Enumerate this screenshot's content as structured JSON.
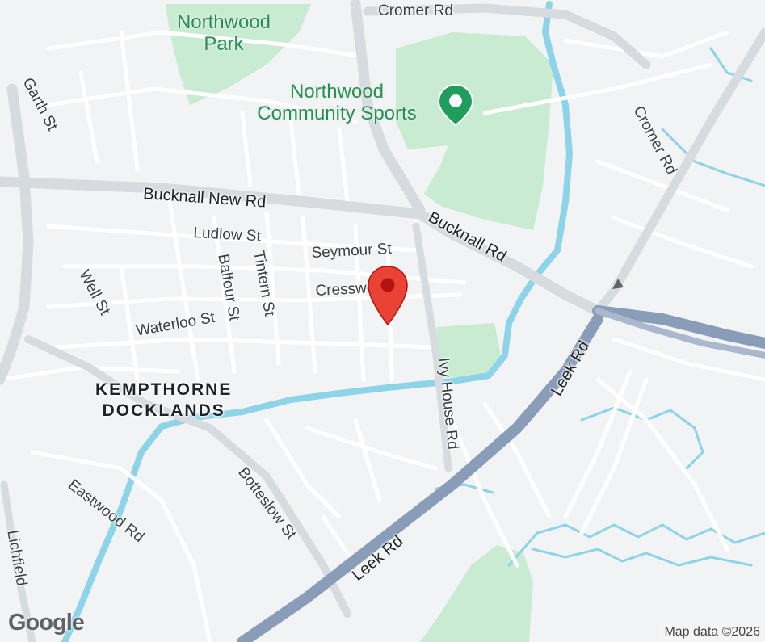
{
  "map": {
    "type": "street map",
    "colors": {
      "land": "#f1f3f4",
      "park": "#c8ebd2",
      "water": "#8ed4e9",
      "minor_road": "#ffffff",
      "major_road": "#d6dbe0",
      "motorway": "#8a9db8",
      "marker": "#ea4335"
    },
    "poi": {
      "name": "Northwood Community Sports",
      "name_line1": "Northwood",
      "name_line2": "Community Sports",
      "icon": "park-pin-icon"
    },
    "marker": {
      "icon": "location-pin-icon"
    },
    "parks": {
      "northwood_park_line1": "Northwood",
      "northwood_park_line2": "Park"
    },
    "district": {
      "line1": "KEMPTHORNE",
      "line2": "DOCKLANDS"
    },
    "roads": {
      "cromer_rd_top": "Cromer Rd",
      "cromer_rd_right": "Cromer Rd",
      "garth_st": "Garth St",
      "bucknall_new_rd": "Bucknall New Rd",
      "bucknall_rd": "Bucknall Rd",
      "ludlow_st": "Ludlow St",
      "seymour_st": "Seymour St",
      "cresswell_rd": "Cresswell Rd",
      "well_st": "Well St",
      "balfour_st": "Balfour St",
      "tintern_st": "Tintern St",
      "waterloo_st": "Waterloo St",
      "ivy_house_rd": "Ivy House Rd",
      "leek_rd_upper": "Leek Rd",
      "leek_rd_lower": "Leek Rd",
      "botteslow_st": "Botteslow St",
      "eastwood_rd": "Eastwood Rd",
      "lichfield": "Lichfield"
    },
    "branding": {
      "logo": "Google",
      "attribution": "Map data ©2026"
    }
  }
}
